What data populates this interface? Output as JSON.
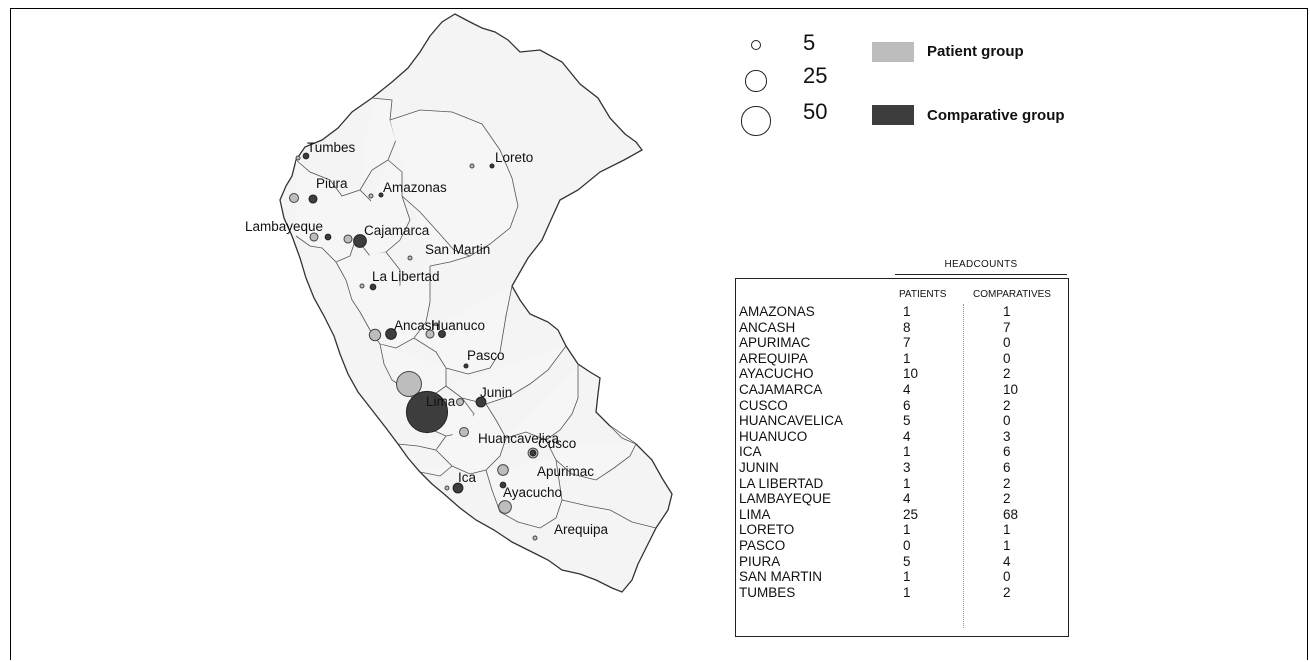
{
  "size_legend": [
    {
      "label": "5",
      "value": 5
    },
    {
      "label": "25",
      "value": 25
    },
    {
      "label": "50",
      "value": 50
    }
  ],
  "group_legend": [
    {
      "label": "Patient group",
      "color": "#bdbdbd"
    },
    {
      "label": "Comparative group",
      "color": "#3d3d3d"
    }
  ],
  "table": {
    "title": "HEADCOUNTS",
    "col_patients": "PATIENTS",
    "col_comparatives": "COMPARATIVES",
    "rows": [
      {
        "name": "AMAZONAS",
        "patients": "1",
        "comparatives": "1"
      },
      {
        "name": "ANCASH",
        "patients": "8",
        "comparatives": "7"
      },
      {
        "name": "APURIMAC",
        "patients": "7",
        "comparatives": "0"
      },
      {
        "name": "AREQUIPA",
        "patients": "1",
        "comparatives": "0"
      },
      {
        "name": "AYACUCHO",
        "patients": "10",
        "comparatives": "2"
      },
      {
        "name": "CAJAMARCA",
        "patients": "4",
        "comparatives": "10"
      },
      {
        "name": "CUSCO",
        "patients": "6",
        "comparatives": "2"
      },
      {
        "name": "HUANCAVELICA",
        "patients": "5",
        "comparatives": "0"
      },
      {
        "name": "HUANUCO",
        "patients": "4",
        "comparatives": "3"
      },
      {
        "name": "ICA",
        "patients": "1",
        "comparatives": "6"
      },
      {
        "name": "JUNIN",
        "patients": "3",
        "comparatives": "6"
      },
      {
        "name": "LA LIBERTAD",
        "patients": "1",
        "comparatives": "2"
      },
      {
        "name": "LAMBAYEQUE",
        "patients": "4",
        "comparatives": "2"
      },
      {
        "name": "LIMA",
        "patients": "25",
        "comparatives": "68"
      },
      {
        "name": "LORETO",
        "patients": "1",
        "comparatives": "1"
      },
      {
        "name": "PASCO",
        "patients": "0",
        "comparatives": "1"
      },
      {
        "name": "PIURA",
        "patients": "5",
        "comparatives": "4"
      },
      {
        "name": "SAN MARTIN",
        "patients": "1",
        "comparatives": "0"
      },
      {
        "name": "TUMBES",
        "patients": "1",
        "comparatives": "2"
      }
    ]
  },
  "map_labels": [
    {
      "id": "tumbes",
      "text": "Tumbes",
      "patients": 1,
      "comparatives": 2
    },
    {
      "id": "piura",
      "text": "Piura",
      "patients": 5,
      "comparatives": 4
    },
    {
      "id": "lambayeque",
      "text": "Lambayeque",
      "patients": 4,
      "comparatives": 2
    },
    {
      "id": "amazonas",
      "text": "Amazonas",
      "patients": 1,
      "comparatives": 1
    },
    {
      "id": "loreto",
      "text": "Loreto",
      "patients": 1,
      "comparatives": 1
    },
    {
      "id": "cajamarca",
      "text": "Cajamarca",
      "patients": 4,
      "comparatives": 10
    },
    {
      "id": "sanmartin",
      "text": "San Martin",
      "patients": 1,
      "comparatives": 0
    },
    {
      "id": "lalibertad",
      "text": "La Libertad",
      "patients": 1,
      "comparatives": 2
    },
    {
      "id": "ancash",
      "text": "Ancash",
      "patients": 8,
      "comparatives": 7
    },
    {
      "id": "huanuco",
      "text": "Huanuco",
      "patients": 4,
      "comparatives": 3
    },
    {
      "id": "pasco",
      "text": "Pasco",
      "patients": 0,
      "comparatives": 1
    },
    {
      "id": "lima",
      "text": "Lima",
      "patients": 25,
      "comparatives": 68
    },
    {
      "id": "junin",
      "text": "Junin",
      "patients": 3,
      "comparatives": 6
    },
    {
      "id": "huancavelica",
      "text": "Huancavelica",
      "patients": 5,
      "comparatives": 0
    },
    {
      "id": "cusco",
      "text": "Cusco",
      "patients": 6,
      "comparatives": 2
    },
    {
      "id": "apurimac",
      "text": "Apurimac",
      "patients": 7,
      "comparatives": 0
    },
    {
      "id": "ica",
      "text": "Ica",
      "patients": 1,
      "comparatives": 6
    },
    {
      "id": "ayacucho",
      "text": "Ayacucho",
      "patients": 10,
      "comparatives": 2
    },
    {
      "id": "arequipa",
      "text": "Arequipa",
      "patients": 1,
      "comparatives": 0
    }
  ]
}
